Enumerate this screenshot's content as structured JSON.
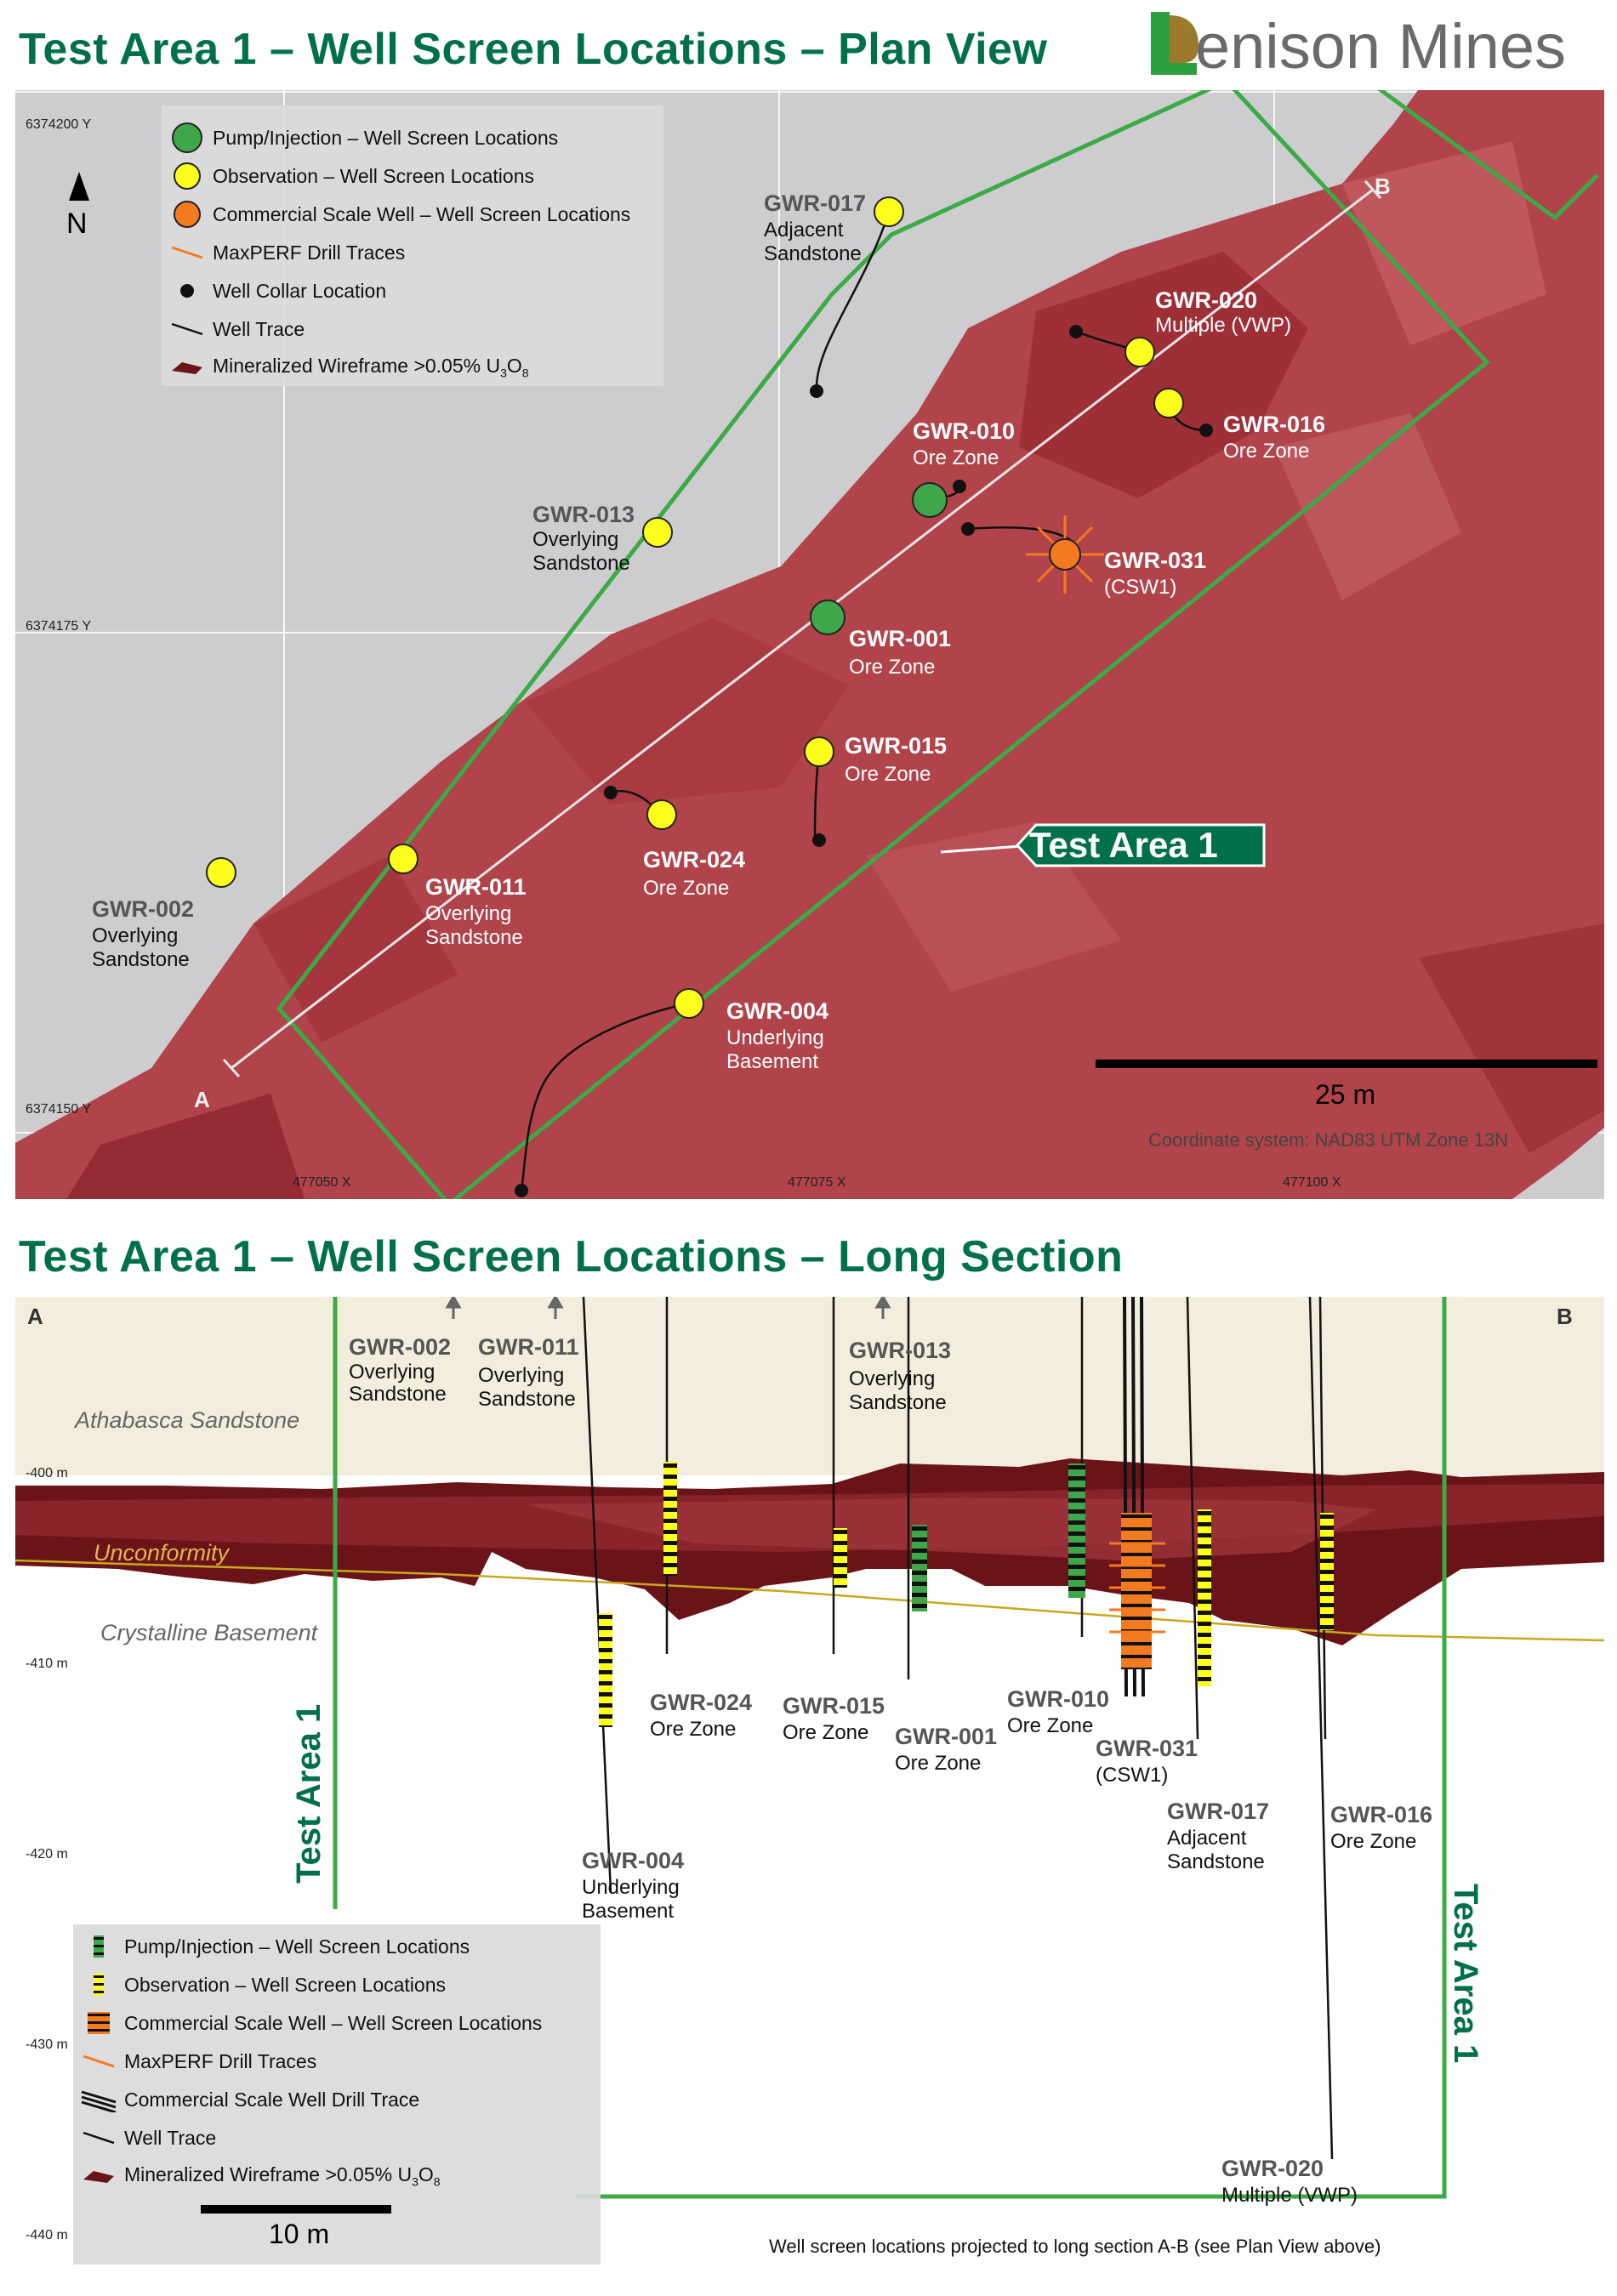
{
  "plan_title": "Test Area 1 – Well Screen Locations – Plan View",
  "long_title": "Test Area 1 – Well Screen Locations – Long Section",
  "logo": {
    "text": "Denison Mines",
    "text_rest": "enison Mines",
    "mark_color": "#2e9f3e"
  },
  "colors": {
    "green_title": "#00704a",
    "pump": "#3fa64a",
    "observation": "#ffff1e",
    "commercial": "#f47a20",
    "wireframe": "#8c2429",
    "test_area": "#3caa46"
  },
  "plan_legend": [
    {
      "icon": "green-circle-icon",
      "label": "Pump/Injection – Well Screen Locations"
    },
    {
      "icon": "yellow-circle-icon",
      "label": "Observation – Well Screen Locations"
    },
    {
      "icon": "orange-circle-icon",
      "label": "Commercial Scale Well – Well Screen Locations"
    },
    {
      "icon": "orange-line-icon",
      "label": "MaxPERF Drill Traces"
    },
    {
      "icon": "black-dot-icon",
      "label": "Well Collar Location"
    },
    {
      "icon": "black-line-icon",
      "label": "Well Trace"
    },
    {
      "icon": "wireframe-icon",
      "label": "Mineralized Wireframe >0.05% U",
      "sub1": "3",
      "mid": "O",
      "sub2": "8"
    }
  ],
  "north_label": "N",
  "plan_coords": {
    "y_top": "6374200 Y",
    "y_mid": "6374175 Y",
    "y_bottom": "6374150 Y",
    "x_left": "477050 X",
    "x_mid": "477075 X",
    "x_right": "477100 X"
  },
  "section_ends": {
    "a": "A",
    "b": "B"
  },
  "test_area_label": "Test Area 1",
  "scale_plan": "25 m",
  "coord_system": "Coordinate system: NAD83 UTM Zone 13N",
  "plan_wells": [
    {
      "id": "GWR-017",
      "desc1": "Adjacent",
      "desc2": "Sandstone"
    },
    {
      "id": "GWR-020",
      "desc1": "Multiple (VWP)"
    },
    {
      "id": "GWR-016",
      "desc1": "Ore Zone"
    },
    {
      "id": "GWR-010",
      "desc1": "Ore Zone"
    },
    {
      "id": "GWR-013",
      "desc1": "Overlying",
      "desc2": "Sandstone"
    },
    {
      "id": "GWR-031",
      "desc1": "(CSW1)"
    },
    {
      "id": "GWR-001",
      "desc1": "Ore Zone"
    },
    {
      "id": "GWR-015",
      "desc1": "Ore Zone"
    },
    {
      "id": "GWR-024",
      "desc1": "Ore Zone"
    },
    {
      "id": "GWR-011",
      "desc1": "Overlying",
      "desc2": "Sandstone"
    },
    {
      "id": "GWR-002",
      "desc1": "Overlying",
      "desc2": "Sandstone"
    },
    {
      "id": "GWR-004",
      "desc1": "Underlying",
      "desc2": "Basement"
    }
  ],
  "long_labels": {
    "athabasca": "Athabasca Sandstone",
    "unconformity": "Unconformity",
    "basement": "Crystalline Basement"
  },
  "depth_ticks": [
    "-400 m",
    "-410 m",
    "-420 m",
    "-430 m",
    "-440 m"
  ],
  "long_wells": [
    {
      "id": "GWR-002",
      "desc1": "Overlying",
      "desc2": "Sandstone"
    },
    {
      "id": "GWR-011",
      "desc1": "Overlying",
      "desc2": "Sandstone"
    },
    {
      "id": "GWR-013",
      "desc1": "Overlying",
      "desc2": "Sandstone"
    },
    {
      "id": "GWR-024",
      "desc1": "Ore Zone"
    },
    {
      "id": "GWR-015",
      "desc1": "Ore Zone"
    },
    {
      "id": "GWR-001",
      "desc1": "Ore Zone"
    },
    {
      "id": "GWR-010",
      "desc1": "Ore Zone"
    },
    {
      "id": "GWR-031",
      "desc1": "(CSW1)"
    },
    {
      "id": "GWR-017",
      "desc1": "Adjacent",
      "desc2": "Sandstone"
    },
    {
      "id": "GWR-016",
      "desc1": "Ore Zone"
    },
    {
      "id": "GWR-004",
      "desc1": "Underlying",
      "desc2": "Basement"
    },
    {
      "id": "GWR-020",
      "desc1": "Multiple (VWP)"
    }
  ],
  "long_legend": [
    {
      "icon": "green-dashed-icon",
      "label": "Pump/Injection – Well Screen Locations"
    },
    {
      "icon": "yellow-dashed-icon",
      "label": "Observation – Well Screen Locations"
    },
    {
      "icon": "orange-dashed-icon",
      "label": "Commercial Scale Well – Well Screen Locations"
    },
    {
      "icon": "orange-line-icon",
      "label": "MaxPERF Drill Traces"
    },
    {
      "icon": "triple-line-icon",
      "label": "Commercial Scale Well Drill Trace"
    },
    {
      "icon": "black-line-icon",
      "label": "Well Trace"
    },
    {
      "icon": "wireframe-icon",
      "label": "Mineralized Wireframe >0.05% U",
      "sub1": "3",
      "mid": "O",
      "sub2": "8"
    }
  ],
  "scale_long": "10 m",
  "projection_note": "Well screen locations projected to long section A-B (see Plan View above)"
}
